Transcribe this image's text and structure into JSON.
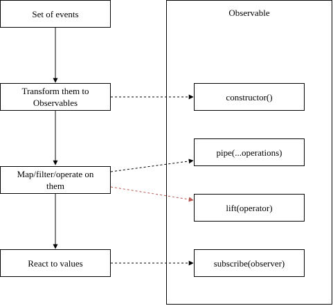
{
  "left_steps": [
    {
      "label": "Set of events"
    },
    {
      "label": "Transform them to\nObservables"
    },
    {
      "label": "Map/filter/operate on\nthem"
    },
    {
      "label": "React to values"
    }
  ],
  "observable": {
    "title": "Observable",
    "methods": [
      {
        "label": "constructor()"
      },
      {
        "label": "pipe(...operations)"
      },
      {
        "label": "lift(operator)"
      },
      {
        "label": "subscribe(observer)"
      }
    ]
  },
  "colors": {
    "line": "#000000",
    "highlight_arrow": "#b85450"
  }
}
